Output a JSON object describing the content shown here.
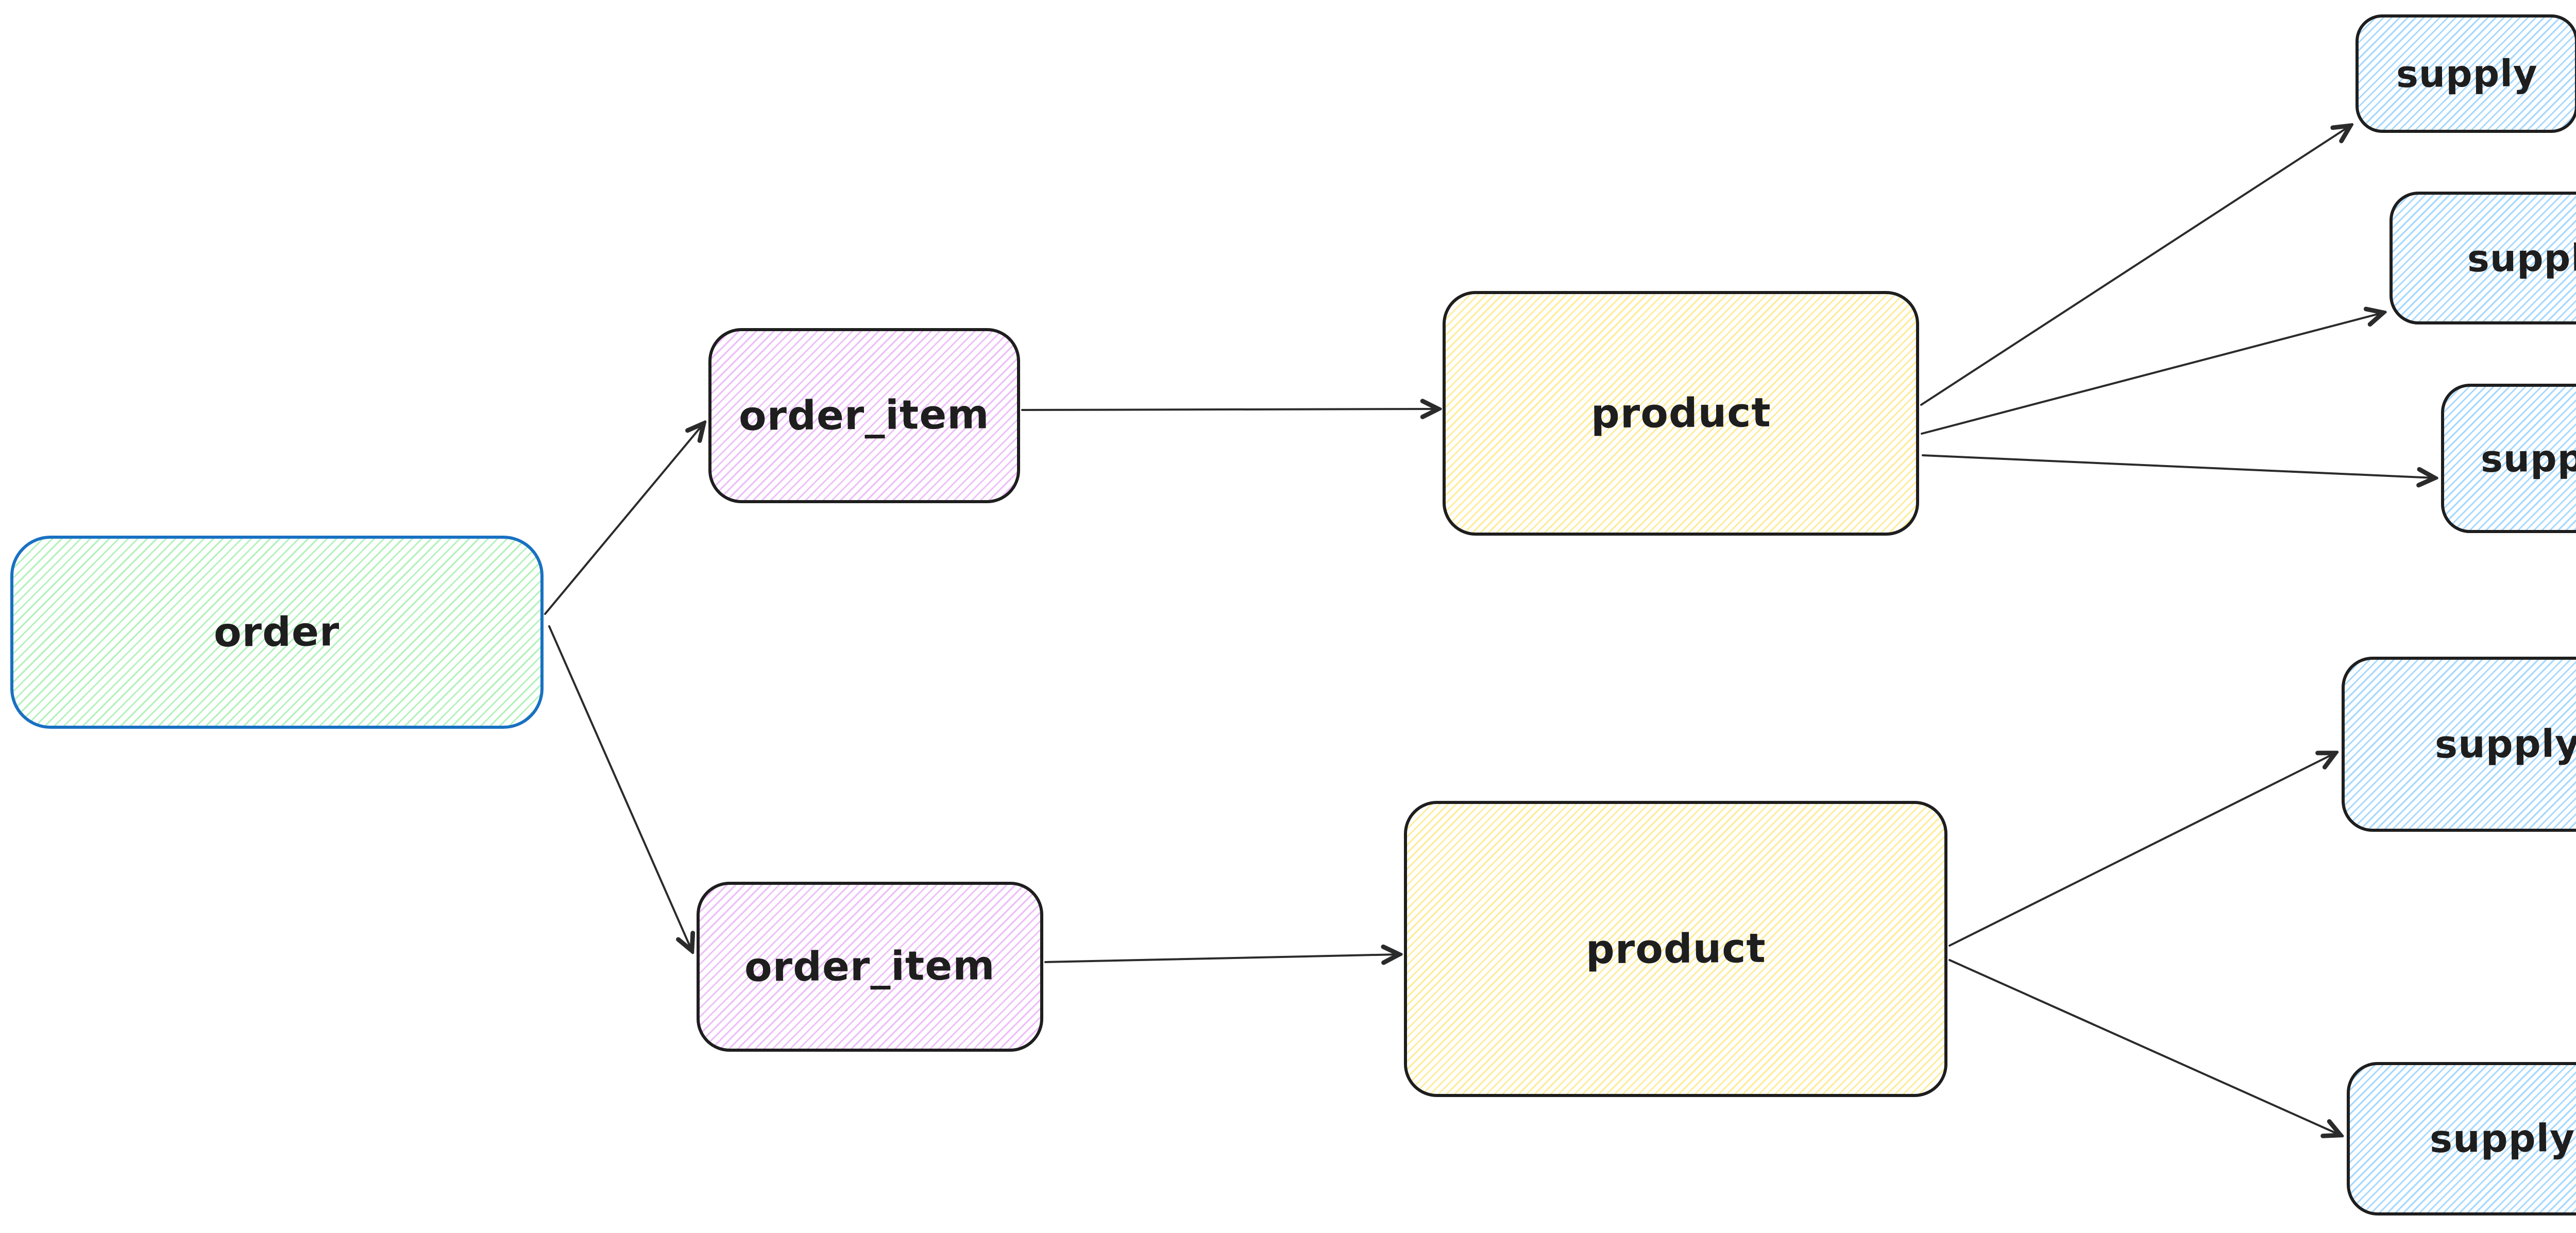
{
  "diagram": {
    "background_color": "#ffffff",
    "text_color": "#1e1e1e",
    "arrow_color": "#2b2b2b",
    "nodes": {
      "order": {
        "label": "order",
        "fill": "#b2f2bb",
        "stroke": "#1971c2",
        "fill_style": "hachure"
      },
      "order_item_1": {
        "label": "order_item",
        "fill": "#eebefa",
        "stroke": "#1e1e1e",
        "fill_style": "hachure"
      },
      "order_item_2": {
        "label": "order_item",
        "fill": "#eebefa",
        "stroke": "#1e1e1e",
        "fill_style": "hachure"
      },
      "product_1": {
        "label": "product",
        "fill": "#ffec99",
        "stroke": "#1e1e1e",
        "fill_style": "hachure"
      },
      "product_2": {
        "label": "product",
        "fill": "#ffec99",
        "stroke": "#1e1e1e",
        "fill_style": "hachure"
      },
      "supply_1": {
        "label": "supply",
        "fill": "#a5d8ff",
        "stroke": "#1e1e1e",
        "fill_style": "hachure"
      },
      "supply_2": {
        "label": "supply",
        "fill": "#a5d8ff",
        "stroke": "#1e1e1e",
        "fill_style": "hachure"
      },
      "supply_3": {
        "label": "supply",
        "fill": "#a5d8ff",
        "stroke": "#1e1e1e",
        "fill_style": "hachure"
      },
      "supply_4": {
        "label": "supply",
        "fill": "#a5d8ff",
        "stroke": "#1e1e1e",
        "fill_style": "hachure"
      },
      "supply_5": {
        "label": "supply",
        "fill": "#a5d8ff",
        "stroke": "#1e1e1e",
        "fill_style": "hachure"
      }
    },
    "edges": [
      {
        "from": "order",
        "to": "order_item_1"
      },
      {
        "from": "order",
        "to": "order_item_2"
      },
      {
        "from": "order_item_1",
        "to": "product_1"
      },
      {
        "from": "order_item_2",
        "to": "product_2"
      },
      {
        "from": "product_1",
        "to": "supply_1"
      },
      {
        "from": "product_1",
        "to": "supply_2"
      },
      {
        "from": "product_1",
        "to": "supply_3"
      },
      {
        "from": "product_2",
        "to": "supply_4"
      },
      {
        "from": "product_2",
        "to": "supply_5"
      }
    ]
  }
}
